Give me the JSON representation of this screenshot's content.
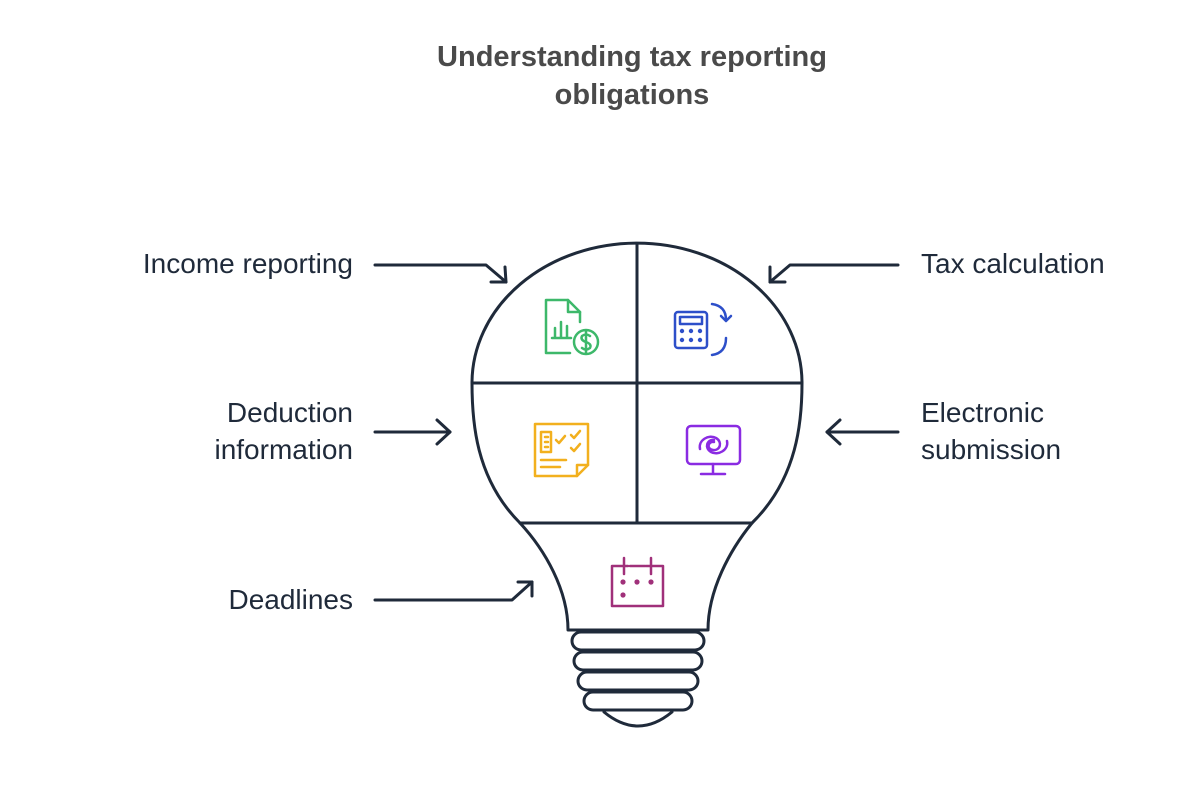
{
  "title": {
    "line1": "Understanding tax reporting",
    "line2": "obligations"
  },
  "items": [
    {
      "label": "Income reporting",
      "icon": "document-chart-dollar-icon",
      "color": "#3db86a"
    },
    {
      "label": "Tax calculation",
      "icon": "calculator-refresh-icon",
      "color": "#2d4fc9"
    },
    {
      "label_line1": "Deduction",
      "label_line2": "information",
      "icon": "checklist-document-icon",
      "color": "#f2b01e"
    },
    {
      "label_line1": "Electronic",
      "label_line2": "submission",
      "icon": "monitor-swirl-icon",
      "color": "#8a2be2"
    },
    {
      "label": "Deadlines",
      "icon": "calendar-icon",
      "color": "#a0307a"
    }
  ],
  "colors": {
    "outline": "#1f2a3a",
    "text": "#1f2a3a",
    "title": "#4a4a4a"
  }
}
